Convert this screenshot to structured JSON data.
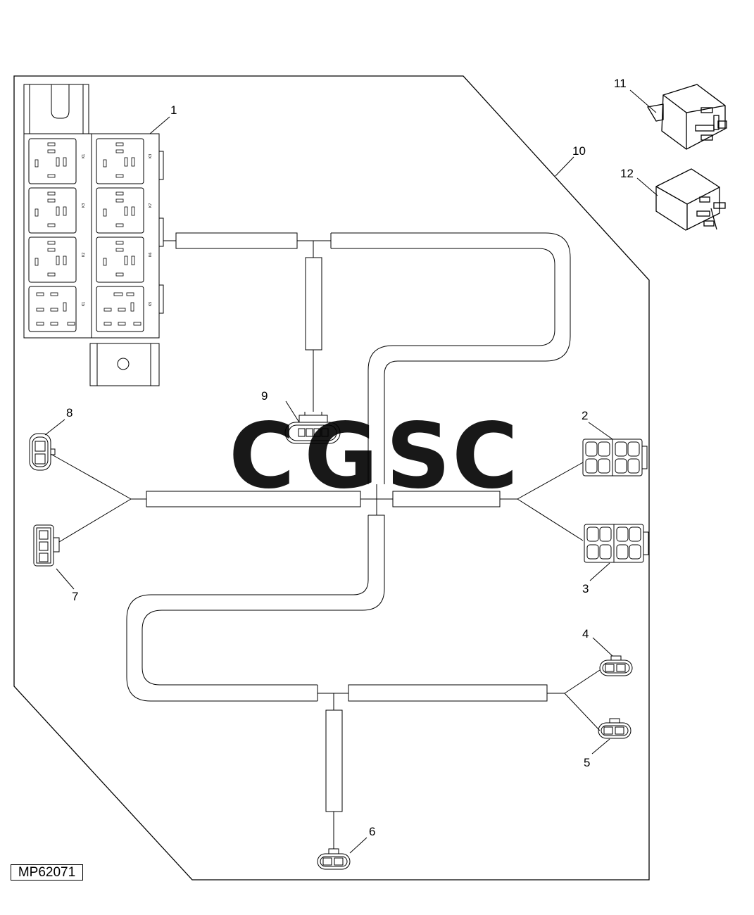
{
  "figure_id": "MP62071",
  "callouts": [
    {
      "id": "1",
      "label": "1"
    },
    {
      "id": "2",
      "label": "2"
    },
    {
      "id": "3",
      "label": "3"
    },
    {
      "id": "4",
      "label": "4"
    },
    {
      "id": "5",
      "label": "5"
    },
    {
      "id": "6",
      "label": "6"
    },
    {
      "id": "7",
      "label": "7"
    },
    {
      "id": "8",
      "label": "8"
    },
    {
      "id": "9",
      "label": "9"
    },
    {
      "id": "10",
      "label": "10"
    },
    {
      "id": "11",
      "label": "11"
    },
    {
      "id": "12",
      "label": "12"
    }
  ],
  "relay_slots": {
    "left": [
      "K1",
      "K3",
      "K2",
      "K1"
    ],
    "right": [
      "K3",
      "K7",
      "K6",
      "K5"
    ]
  },
  "watermark": {
    "letters": [
      "C",
      "G",
      "S",
      "C"
    ],
    "colors": [
      "#86b2f4",
      "#f29b8e",
      "#f9dd7e",
      "#7fc39b"
    ]
  },
  "colors": {
    "line": "#000000",
    "background": "#ffffff"
  }
}
